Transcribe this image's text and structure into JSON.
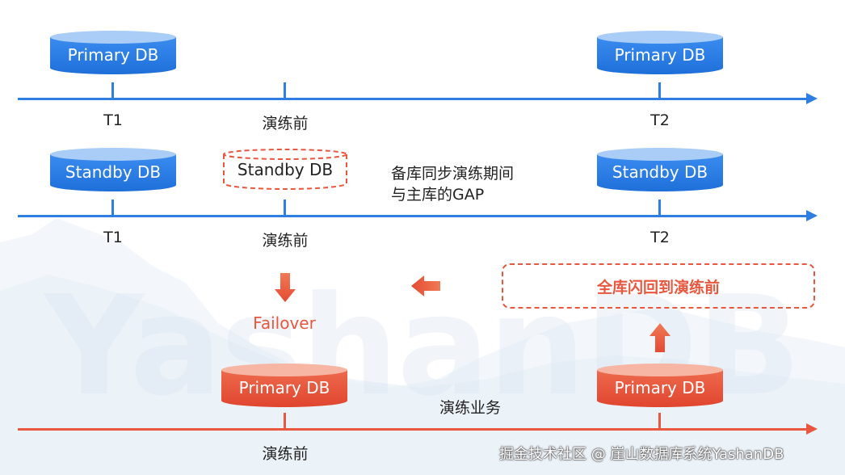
{
  "diagram": {
    "rows": {
      "primary_top": {
        "db_left": "Primary DB",
        "db_right": "Primary DB",
        "ticks": [
          "T1",
          "演练前",
          "T2"
        ]
      },
      "standby": {
        "db_left": "Standby DB",
        "db_middle": "Standby DB",
        "db_right": "Standby DB",
        "gap_note_line1": "备库同步演练期间",
        "gap_note_line2": "与主库的GAP",
        "ticks": [
          "T1",
          "演练前",
          "T2"
        ]
      },
      "primary_bottom": {
        "db_left": "Primary DB",
        "db_right": "Primary DB",
        "business_label": "演练业务",
        "ticks": [
          "演练前"
        ]
      }
    },
    "failover_label": "Failover",
    "flashback_label": "全库闪回到演练前",
    "background_watermark": "YashanDB",
    "footer_watermark": "掘金技术社区 @ 崖山数据库系统YashanDB"
  },
  "colors": {
    "blue": "#2f7fe2",
    "red": "#e8573e",
    "text": "#222222"
  },
  "icons": {
    "down_arrow": "arrow-down-icon",
    "left_arrow": "arrow-left-icon",
    "up_arrow": "arrow-up-icon"
  }
}
